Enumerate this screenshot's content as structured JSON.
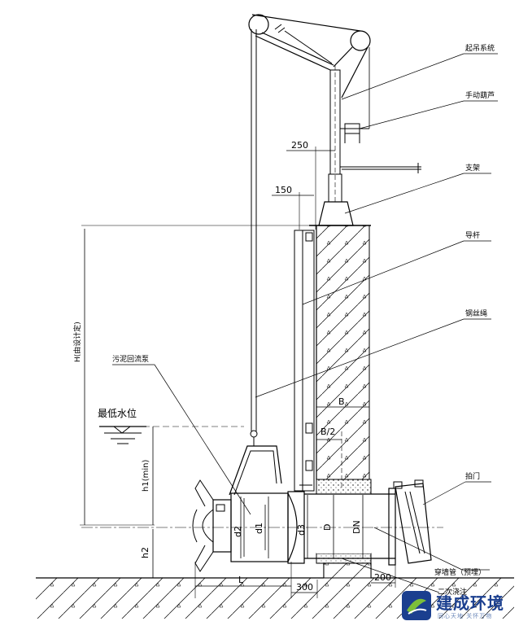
{
  "labels": {
    "lifting_system": "起吊系统",
    "hand_hoist": "手动葫芦",
    "bracket": "支架",
    "guide_rod": "导杆",
    "wire_rope": "钢丝绳",
    "pump": "污泥回流泵",
    "min_water_level": "最低水位",
    "flap_valve": "拍门",
    "wall_pipe": "穿墙管（预埋）",
    "secondary_pour": "二次浇注"
  },
  "dims": {
    "d250": "250",
    "d150": "150",
    "H": "H(由设计定)",
    "B": "B",
    "B_half": "B/2",
    "h1": "h1(min)",
    "h2": "h2",
    "d2": "d2",
    "d1": "d1",
    "d3": "d3",
    "D": "D",
    "DN": "DN",
    "L": "L",
    "d300": "300",
    "d200": "200"
  },
  "logo": {
    "name": "建成环境",
    "slogan": "同心天地 关怀万物"
  },
  "colors": {
    "line": "#000000",
    "logo_blue": "#1b3f8f",
    "logo_green": "#7cbf3a"
  }
}
